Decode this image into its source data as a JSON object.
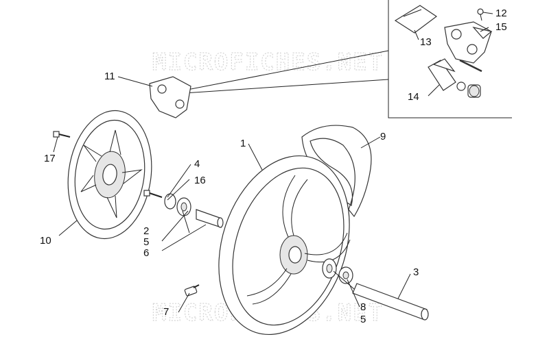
{
  "watermark": "MICROFICHES.NET",
  "callouts": {
    "c1": "1",
    "c2": "2",
    "c3": "3",
    "c4": "4",
    "c5a": "5",
    "c5b": "5",
    "c6": "6",
    "c7": "7",
    "c8": "8",
    "c9": "9",
    "c10": "10",
    "c11": "11",
    "c12": "12",
    "c13": "13",
    "c14": "14",
    "c15": "15",
    "c16": "16",
    "c17": "17"
  }
}
